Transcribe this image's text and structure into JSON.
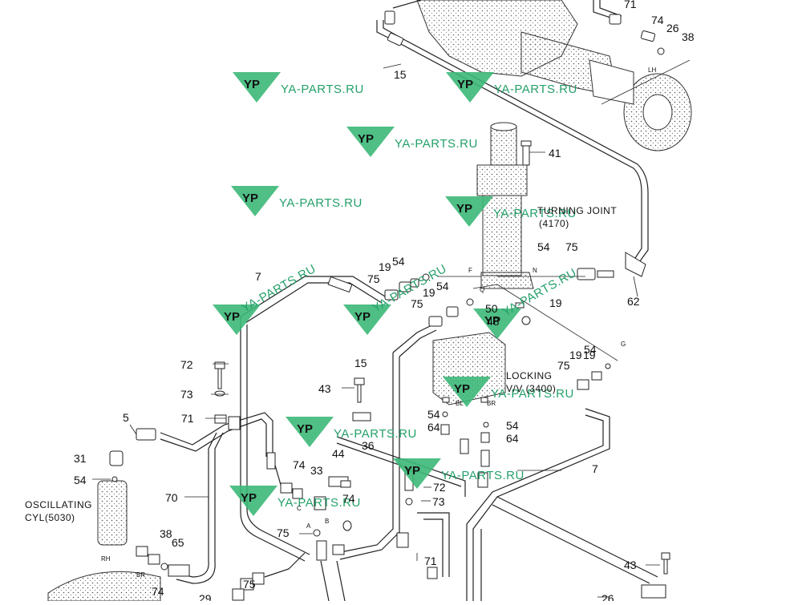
{
  "watermark": {
    "text": "YA-PARTS.RU",
    "logo": "YP",
    "color": "#3cb878"
  },
  "captions": {
    "turning_joint": [
      "TURNING JOINT",
      "(4170)"
    ],
    "locking_valve": [
      "LOCKING",
      "V/V (3400)"
    ],
    "oscillating_cyl": [
      "OSCILLATING",
      "CYL(5030)"
    ]
  },
  "port_marks": [
    "LH",
    "F",
    "Q",
    "N",
    "G",
    "A",
    "B",
    "C",
    "BL",
    "BR",
    "RH",
    "BR"
  ],
  "part_numbers": [
    "71",
    "74",
    "26",
    "38",
    "15",
    "41",
    "54",
    "75",
    "62",
    "19",
    "7",
    "19",
    "54",
    "75",
    "19",
    "54",
    "75",
    "19",
    "50",
    "48",
    "15",
    "19",
    "54",
    "75",
    "72",
    "43",
    "73",
    "71",
    "5",
    "36",
    "54",
    "64",
    "54",
    "64",
    "31",
    "44",
    "74",
    "33",
    "7",
    "54",
    "72",
    "73",
    "70",
    "74",
    "75",
    "38",
    "65",
    "71",
    "74",
    "75",
    "29",
    "43",
    "26"
  ]
}
